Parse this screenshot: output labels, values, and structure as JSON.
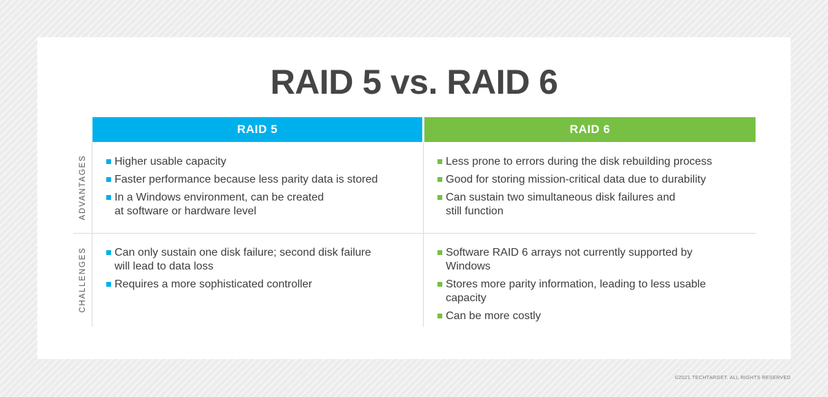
{
  "title": "RAID 5 vs. RAID 6",
  "columns": {
    "raid5": "RAID 5",
    "raid6": "RAID 6"
  },
  "rows": {
    "advantages": {
      "label": "ADVANTAGES",
      "raid5": [
        [
          "Higher usable capacity"
        ],
        [
          "Faster performance because less parity data is stored"
        ],
        [
          "In a Windows environment, can be created",
          "at software or hardware level"
        ]
      ],
      "raid6": [
        [
          "Less prone to errors during the disk rebuilding process"
        ],
        [
          "Good for storing mission-critical data due to durability"
        ],
        [
          "Can sustain two simultaneous disk failures and",
          "still function"
        ]
      ]
    },
    "challenges": {
      "label": "CHALLENGES",
      "raid5": [
        [
          "Can only sustain one disk failure; second disk failure",
          "will lead to data loss"
        ],
        [
          "Requires a more sophisticated controller"
        ]
      ],
      "raid6": [
        [
          "Software RAID 6 arrays not currently supported by",
          "Windows"
        ],
        [
          "Stores more parity information, leading to less usable",
          "capacity"
        ],
        [
          "Can be more costly"
        ]
      ]
    }
  },
  "footer": {
    "copyright": "©2021 TECHTARGET. ALL RIGHTS RESERVED"
  },
  "colors": {
    "raid5": "#00b0ec",
    "raid6": "#78c043",
    "title": "#454545"
  }
}
